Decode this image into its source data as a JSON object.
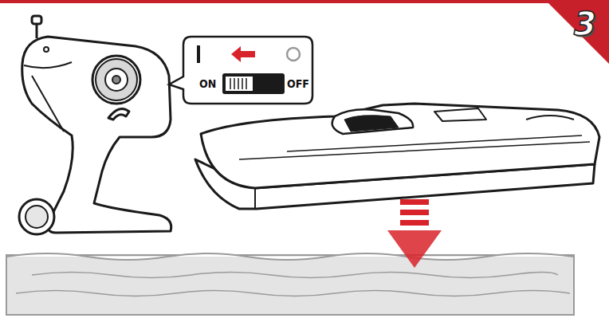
{
  "diagram": {
    "labels": [
      "3",
      "ON",
      "OFF"
    ]
  }
}
